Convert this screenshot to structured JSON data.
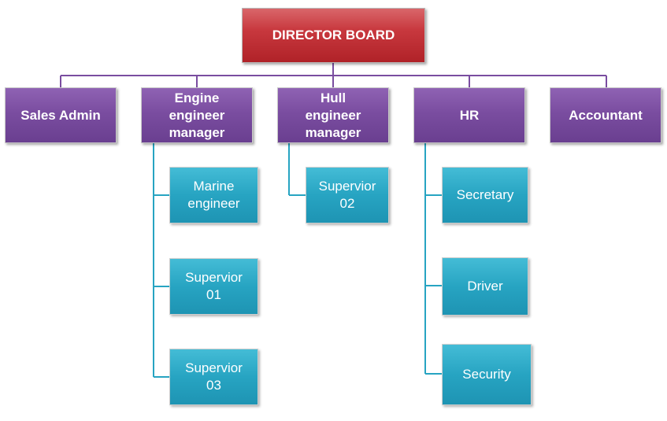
{
  "chart": {
    "root": "DIRECTOR BOARD",
    "departments": [
      {
        "name": "Sales Admin",
        "members": []
      },
      {
        "name": "Engine\nengineer\nmanager",
        "members": [
          "Marine\nengineer",
          "Supervior\n01",
          "Supervior\n03"
        ]
      },
      {
        "name": "Hull\nengineer\nmanager",
        "members": [
          "Supervior\n02"
        ]
      },
      {
        "name": "HR",
        "members": [
          "Secretary",
          "Driver",
          "Security"
        ]
      },
      {
        "name": "Accountant",
        "members": []
      }
    ]
  },
  "colors": {
    "root": "#c0272d",
    "manager": "#7a4da0",
    "staff": "#27a4c2",
    "connector": "#7a4da0",
    "connector_sub": "#27a4c2"
  }
}
